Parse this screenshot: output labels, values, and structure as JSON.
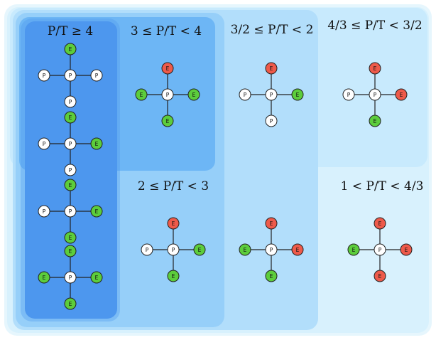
{
  "regions": [
    {
      "key": "r1",
      "label": "1 < P/T < 4/3"
    },
    {
      "key": "r2",
      "label": "4/3 ≤ P/T < 3/2"
    },
    {
      "key": "r3",
      "label": "3/2 ≤ P/T < 2"
    },
    {
      "key": "r4",
      "label": "2 ≤ P/T < 3"
    },
    {
      "key": "r5",
      "label": "3 ≤ P/T < 4"
    },
    {
      "key": "r6",
      "label": "P/T ≥ 4"
    }
  ],
  "node_letters": {
    "P": "P",
    "E": "E"
  },
  "colors": {
    "P": "#ffffff",
    "E_green": "#5ccd3c",
    "E_red": "#ee5a4a",
    "stroke": "#222222"
  },
  "molecules": [
    {
      "region": "r6",
      "arms": [
        "E",
        "P",
        "P",
        "P"
      ]
    },
    {
      "region": "r6",
      "arms": [
        "E",
        "E",
        "P",
        "P"
      ]
    },
    {
      "region": "r6",
      "arms": [
        "E",
        "E",
        "E",
        "P"
      ]
    },
    {
      "region": "r6",
      "arms": [
        "E",
        "E",
        "E",
        "E"
      ]
    },
    {
      "region": "r5",
      "arms": [
        "R",
        "G",
        "G",
        "G"
      ]
    },
    {
      "region": "r4",
      "arms": [
        "R",
        "G",
        "G",
        "P"
      ]
    },
    {
      "region": "r3",
      "arms": [
        "R",
        "G",
        "P",
        "P"
      ]
    },
    {
      "region": "r3",
      "arms": [
        "R",
        "R",
        "G",
        "G"
      ]
    },
    {
      "region": "r2",
      "arms": [
        "R",
        "R",
        "G",
        "P"
      ]
    },
    {
      "region": "r1",
      "arms": [
        "R",
        "R",
        "R",
        "G"
      ]
    }
  ]
}
